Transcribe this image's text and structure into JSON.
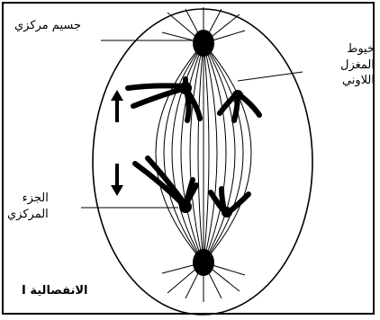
{
  "labels": {
    "centrosome": "جسيم مركزي",
    "spindle_fibers_line1": "خيوط",
    "spindle_fibers_line2": "المغزل",
    "spindle_fibers_line3": "اللاوني",
    "centromere_line1": "الجزء",
    "centromere_line2": "المركزي",
    "phase": "الانفصالية I"
  },
  "colors": {
    "ink": "#000000",
    "background": "#ffffff"
  }
}
